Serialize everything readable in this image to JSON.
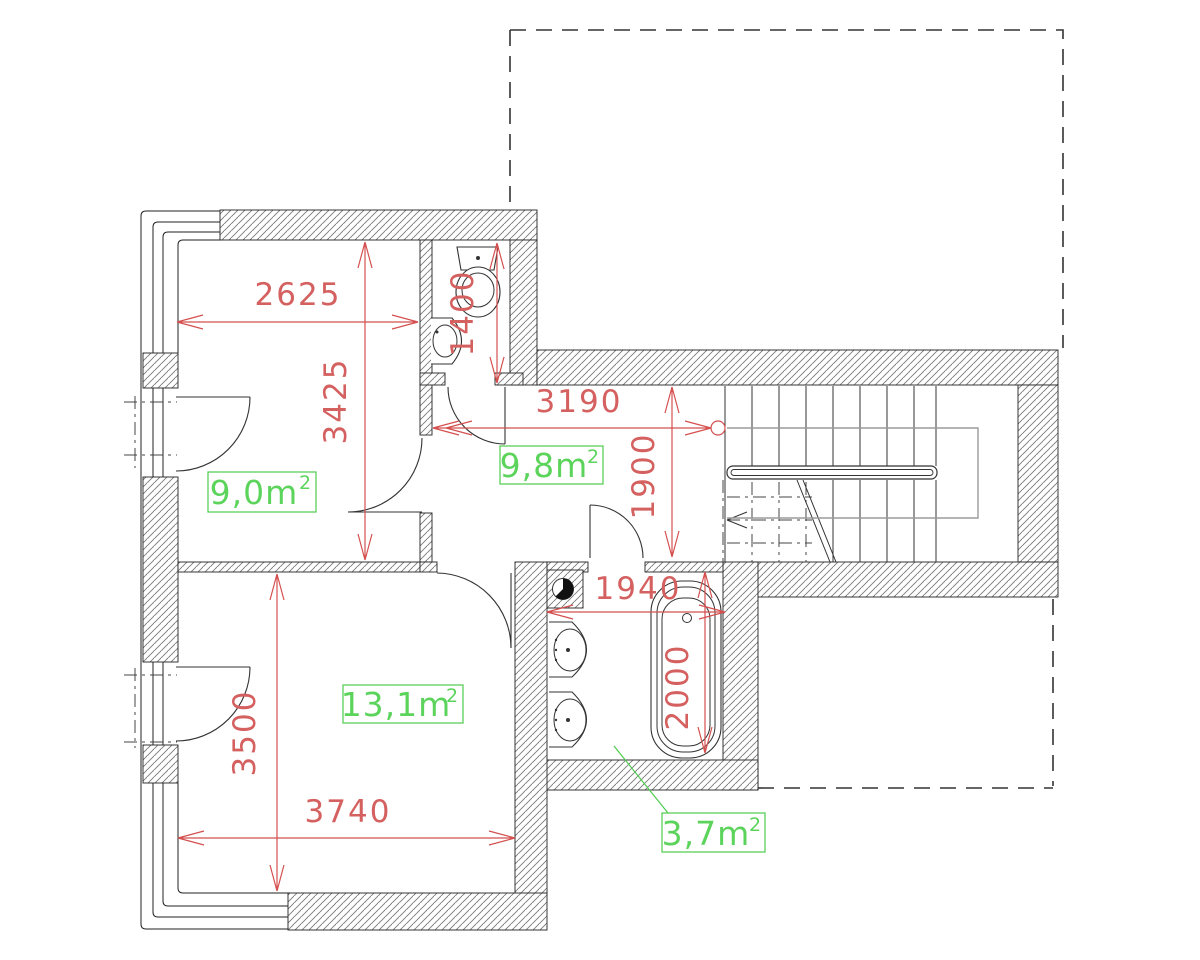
{
  "drawing": {
    "kind": "attic floor plan",
    "colors": {
      "dimension_red": "#d4504f",
      "area_green": "#4ecb4e",
      "wall_hatch_gray": "#7a7a7a",
      "line_black": "#222222",
      "hidden_gray": "#9b9b9b"
    },
    "dimensions": {
      "room1_width": "2625",
      "room1_depth": "3425",
      "wc_depth": "1400",
      "hall_width": "3190",
      "hall_depth": "1900",
      "bath_width": "1940",
      "bath_depth": "2000",
      "room2_depth": "3500",
      "room2_width": "3740"
    },
    "areas": {
      "room1": {
        "value": "9,0m",
        "sup": "2"
      },
      "hall": {
        "value": "9,8m",
        "sup": "2"
      },
      "room2": {
        "value": "13,1m",
        "sup": "2"
      },
      "bath": {
        "value": "3,7m",
        "sup": "2"
      }
    }
  }
}
